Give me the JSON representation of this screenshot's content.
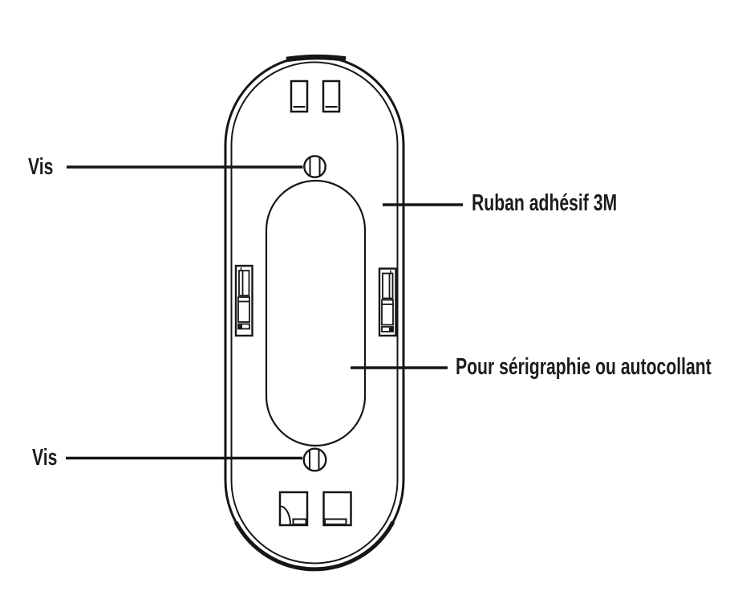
{
  "colors": {
    "line": "#161616",
    "text": "#1c1c1c",
    "background": "#ffffff"
  },
  "labels": {
    "vis_top": "Vis",
    "vis_bottom": "Vis",
    "adhesive": "Ruban adhésif 3M",
    "print_area": "Pour sérigraphie ou autocollant"
  }
}
